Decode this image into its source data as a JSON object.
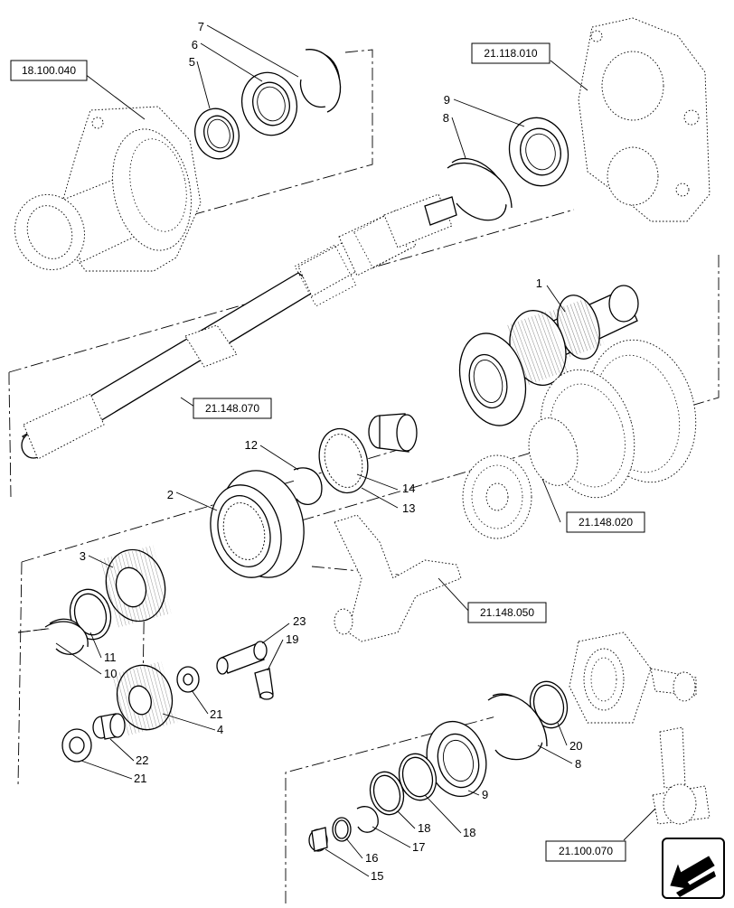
{
  "callouts": {
    "c1": "1",
    "c2": "2",
    "c3": "3",
    "c4": "4",
    "c5": "5",
    "c6": "6",
    "c7": "7",
    "c8a": "8",
    "c8b": "8",
    "c9a": "9",
    "c9b": "9",
    "c10": "10",
    "c11": "11",
    "c12": "12",
    "c13": "13",
    "c14": "14",
    "c15": "15",
    "c16": "16",
    "c17": "17",
    "c18a": "18",
    "c18b": "18",
    "c19": "19",
    "c20": "20",
    "c21a": "21",
    "c21b": "21",
    "c22": "22",
    "c23": "23"
  },
  "references": {
    "r1": "18.100.040",
    "r2": "21.118.010",
    "r3": "21.148.070",
    "r4": "21.148.020",
    "r5": "21.148.050",
    "r6": "21.100.070"
  },
  "icons": {
    "corner": "view-direction-arrow-icon"
  }
}
